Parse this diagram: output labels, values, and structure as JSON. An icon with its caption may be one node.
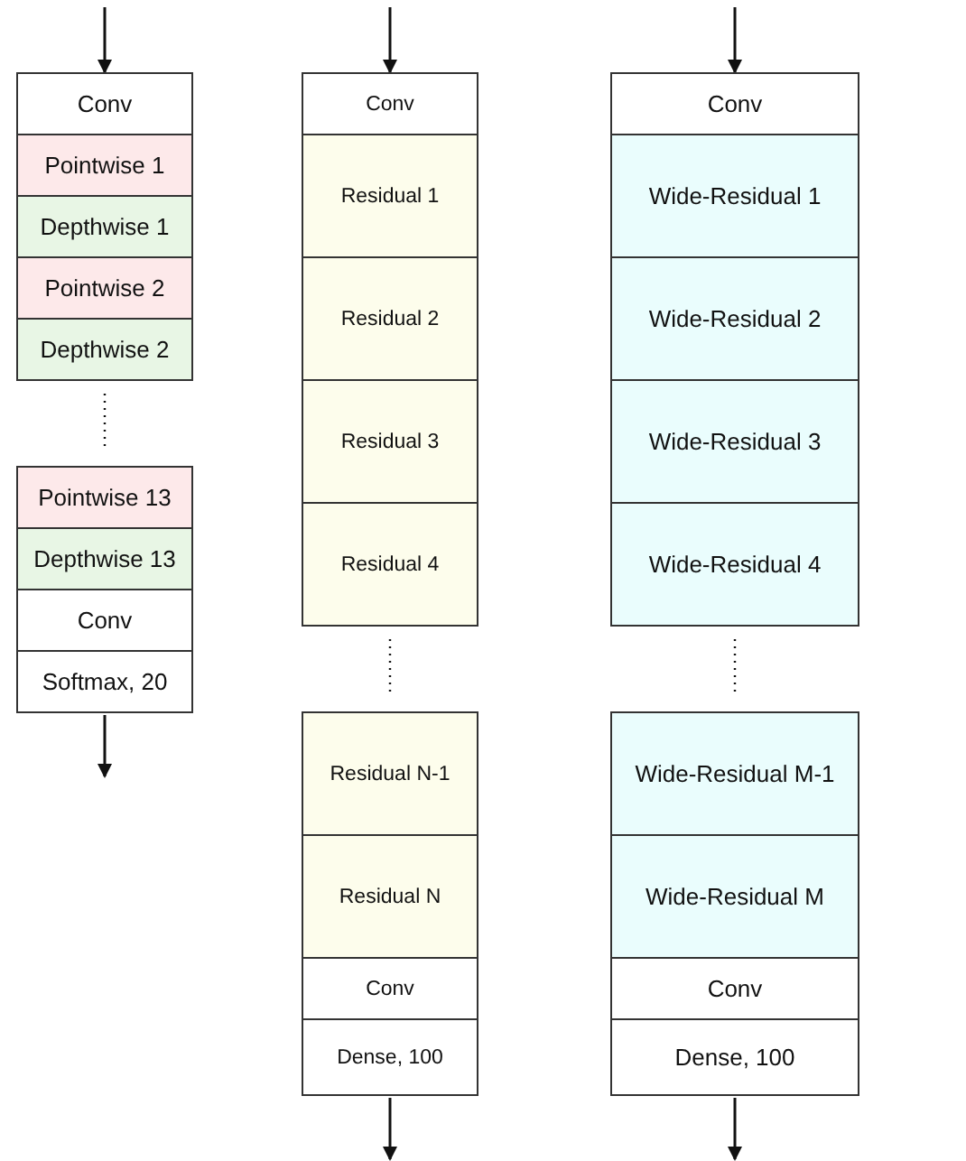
{
  "diagram": {
    "nodes": [
      {
        "text": [
          "Conv"
        ]
      },
      {
        "text": [
          "Pointwise 1"
        ]
      },
      {
        "text": [
          "Depthwise 1"
        ]
      },
      {
        "text": [
          "Pointwise 2"
        ]
      },
      {
        "text": [
          "Depthwise 2"
        ]
      },
      {
        "text": [
          "Pointwise 13"
        ]
      },
      {
        "text": [
          "Depthwise 13"
        ]
      },
      {
        "text": [
          "Conv"
        ]
      },
      {
        "text": [
          "Softmax, 20"
        ]
      },
      {
        "text": [
          "Conv"
        ]
      },
      {
        "text": [
          "Residual 1"
        ]
      },
      {
        "text": [
          "Residual 2"
        ]
      },
      {
        "text": [
          "Residual 3"
        ]
      },
      {
        "text": [
          "Residual 4"
        ]
      },
      {
        "text": [
          "Residual N-1"
        ]
      },
      {
        "text": [
          "Residual N"
        ]
      },
      {
        "text": [
          "Conv"
        ]
      },
      {
        "text": [
          "Dense, 100"
        ]
      },
      {
        "text": [
          "Conv"
        ]
      },
      {
        "text": [
          "Wide-Residual 1"
        ]
      },
      {
        "text": [
          "Wide-Residual 2"
        ]
      },
      {
        "text": [
          "Wide-Residual 3"
        ]
      },
      {
        "text": [
          "Wide-Residual 4"
        ]
      },
      {
        "text": [
          "Wide-Residual M-1"
        ]
      },
      {
        "text": [
          "Wide-Residual M"
        ]
      },
      {
        "text": [
          "Conv"
        ]
      },
      {
        "text": [
          "Dense, 100"
        ]
      }
    ],
    "edges": [
      {
        "from": null,
        "to": 0,
        "arrow": "to"
      },
      {
        "from": 4,
        "to": 5,
        "arrow": "none",
        "style": "dashed"
      },
      {
        "from": 8,
        "to": null,
        "arrow": "to"
      },
      {
        "from": null,
        "to": 9,
        "arrow": "to"
      },
      {
        "from": 13,
        "to": 14,
        "arrow": "none",
        "style": "dashed"
      },
      {
        "from": 17,
        "to": null,
        "arrow": "to"
      },
      {
        "from": null,
        "to": 18,
        "arrow": "to"
      },
      {
        "from": 22,
        "to": 23,
        "arrow": "none",
        "style": "dashed"
      },
      {
        "from": 26,
        "to": null,
        "arrow": "to"
      }
    ]
  }
}
